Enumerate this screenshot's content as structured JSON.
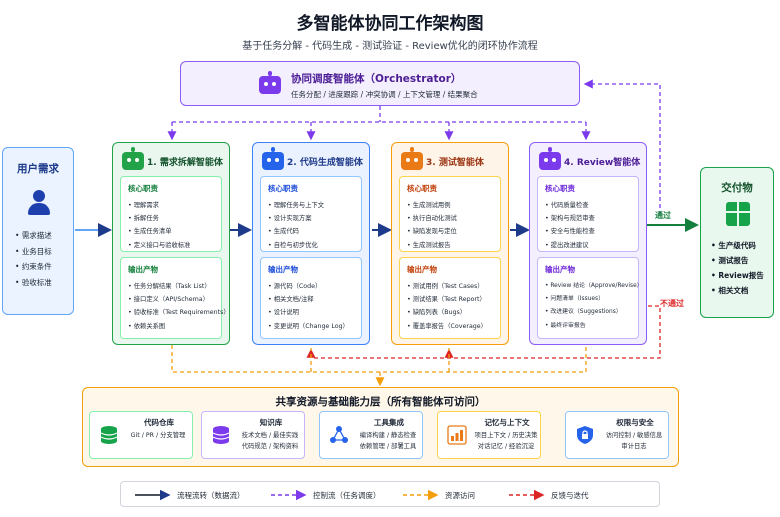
{
  "title": "多智能体协同工作架构图",
  "subtitle": "基于任务分解 - 代码生成 - 测试验证 - Review优化的闭环协作流程",
  "orchestrator": {
    "name": "协同调度智能体（Orchestrator）",
    "desc": "任务分配 / 进度跟踪 / 冲突协调 / 上下文管理 / 结果聚合",
    "icon": "robot-icon"
  },
  "user": {
    "title": "用户需求",
    "items": [
      "需求描述",
      "业务目标",
      "约束条件",
      "验收标准"
    ]
  },
  "agents": [
    {
      "name": "1. 需求拆解智能体",
      "color": "#22a34a",
      "core_title": "核心职责",
      "core": [
        "理解需求",
        "拆解任务",
        "生成任务清单",
        "定义接口与验收标准"
      ],
      "out_title": "输出产物",
      "out": [
        "任务分解结果（Task List）",
        "接口定义（API/Schema）",
        "验收标准（Test Requirements）",
        "依赖关系图"
      ]
    },
    {
      "name": "2. 代码生成智能体",
      "color": "#2563eb",
      "core_title": "核心职责",
      "core": [
        "理解任务与上下文",
        "设计实现方案",
        "生成代码",
        "自检与初步优化"
      ],
      "out_title": "输出产物",
      "out": [
        "源代码（Code）",
        "相关文档/注释",
        "设计说明",
        "变更说明（Change Log）"
      ]
    },
    {
      "name": "3. 测试智能体",
      "color": "#ea7a16",
      "core_title": "核心职责",
      "core": [
        "生成测试用例",
        "执行自动化测试",
        "缺陷发现与定位",
        "生成测试报告"
      ],
      "out_title": "输出产物",
      "out": [
        "测试用例（Test Cases）",
        "测试结果（Test Report）",
        "缺陷列表（Bugs）",
        "覆盖率报告（Coverage）"
      ]
    },
    {
      "name": "4. Review智能体",
      "color": "#7c3aed",
      "core_title": "核心职责",
      "core": [
        "代码质量检查",
        "架构与规范审查",
        "安全与性能检查",
        "提出改进建议"
      ],
      "out_title": "输出产物",
      "out": [
        "Review 结论（Approve/Revise）",
        "问题清单（Issues）",
        "改进建议（Suggestions）",
        "最终评审报告"
      ]
    }
  ],
  "deliverables": {
    "title": "交付物",
    "items": [
      "生产级代码",
      "测试报告",
      "Review报告",
      "相关文档"
    ]
  },
  "pass_label": "通过",
  "fail_label": "不通过",
  "shared": {
    "title": "共享资源与基础能力层（所有智能体可访问）",
    "items": [
      {
        "title": "代码仓库",
        "desc": [
          "Git / PR / 分支管理"
        ],
        "color": "#16a34a",
        "icon": "database-icon"
      },
      {
        "title": "知识库",
        "desc": [
          "技术文档 / 最佳实践",
          "代码规范 / 架构资料"
        ],
        "color": "#7c3aed",
        "icon": "database-icon"
      },
      {
        "title": "工具集成",
        "desc": [
          "编译构建 / 静态检查",
          "依赖管理 / 部署工具"
        ],
        "color": "#2563eb",
        "icon": "network-icon"
      },
      {
        "title": "记忆与上下文",
        "desc": [
          "项目上下文 / 历史决策",
          "对话记忆 / 经验沉淀"
        ],
        "color": "#ea7a16",
        "icon": "chart-icon"
      },
      {
        "title": "权限与安全",
        "desc": [
          "访问控制 / 敏感信息",
          "审计日志"
        ],
        "color": "#2563eb",
        "icon": "shield-icon"
      }
    ]
  },
  "legend": [
    {
      "label": "流程流转（数据流）",
      "color": "#111827",
      "style": "solid"
    },
    {
      "label": "控制流（任务调度）",
      "color": "#7c3aed",
      "style": "dashed"
    },
    {
      "label": "资源访问",
      "color": "#f59e0b",
      "style": "dashed"
    },
    {
      "label": "反馈与迭代",
      "color": "#dc2626",
      "style": "dashed"
    }
  ]
}
